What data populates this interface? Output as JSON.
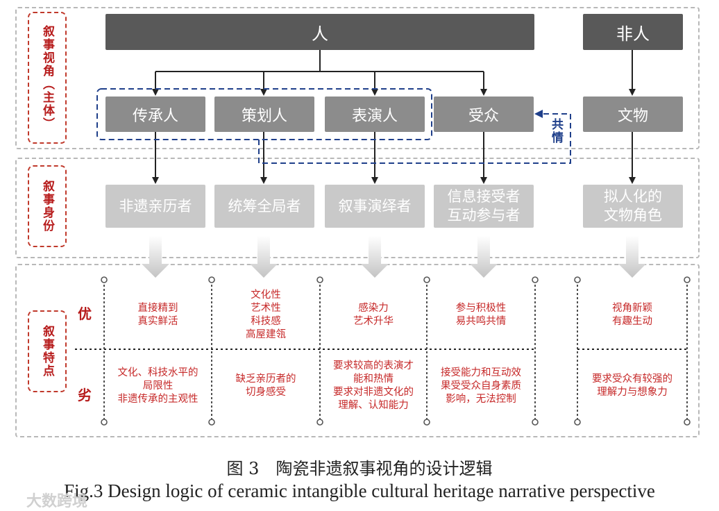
{
  "row_labels": {
    "perspective": "叙事视角（主体）",
    "identity": "叙事身份",
    "traits": "叙事特点"
  },
  "top": {
    "human": "人",
    "nonhuman": "非人"
  },
  "roles": [
    "传承人",
    "策划人",
    "表演人",
    "受众",
    "文物"
  ],
  "empathy_label": "共情",
  "identities": [
    "非遗亲历者",
    "统筹全局者",
    "叙事演绎者",
    "信息接受者\n互动参与者",
    "拟人化的\n文物角色"
  ],
  "pros_label": "优",
  "cons_label": "劣",
  "pros": [
    "直接精到\n真实鲜活",
    "文化性\n艺术性\n科技感\n高屋建瓴",
    "感染力\n艺术升华",
    "参与积极性\n易共鸣共情",
    "视角新颖\n有趣生动"
  ],
  "cons": [
    "文化、科技水平的\n局限性\n非遗传承的主观性",
    "缺乏亲历者的\n切身感受",
    "要求较高的表演才\n能和热情\n要求对非遗文化的\n理解、认知能力",
    "接受能力和互动效\n果受受众自身素质\n影响，无法控制",
    "要求受众有较强的\n理解力与想象力"
  ],
  "caption_cn": "图 3　陶瓷非遗叙事视角的设计逻辑",
  "caption_en": "Fig.3 Design logic of ceramic intangible cultural heritage narrative perspective",
  "watermark": "大数跨境",
  "colors": {
    "dark_bar": "#595959",
    "role_box": "#8c8c8c",
    "identity_box": "#c9c9c9",
    "accent_red": "#c62828",
    "empathy_blue": "#1f3f8a"
  }
}
